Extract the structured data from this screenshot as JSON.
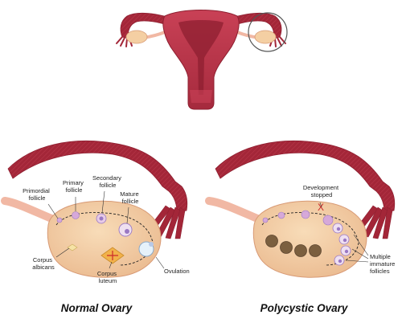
{
  "colors": {
    "uterus": "#c0374a",
    "uterus_dark": "#8e1f30",
    "tube": "#a32638",
    "ligament": "#f1b8a4",
    "ovary_fill": "#f4cfa3",
    "ovary_stroke": "#d89a75",
    "follicle_pink": "#d6a8d9",
    "follicle_purple": "#9a78c4",
    "cyst_brown": "#7b5f3f",
    "marker": "#cc2b2b"
  },
  "captions": {
    "normal": "Normal Ovary",
    "polycystic": "Polycystic Ovary"
  },
  "normal_labels": {
    "primordial": [
      "Primordial",
      "follicle"
    ],
    "primary": [
      "Primary",
      "follicle"
    ],
    "secondary": [
      "Secondary",
      "follicle"
    ],
    "mature": [
      "Mature",
      "follicle"
    ],
    "ovulation": "Ovulation",
    "corpus_albicans": [
      "Corpus",
      "albicans"
    ],
    "corpus_luteum": [
      "Corpus",
      "luteum"
    ]
  },
  "pcos_labels": {
    "development": [
      "Development",
      "stopped"
    ],
    "stopped_mark": "X",
    "multiple": [
      "Multiple",
      "immature",
      "follicles"
    ]
  },
  "icons": [
    "uterus-icon",
    "magnifier-circle-icon",
    "ovary-icon",
    "follicle-icon",
    "cyst-icon"
  ]
}
